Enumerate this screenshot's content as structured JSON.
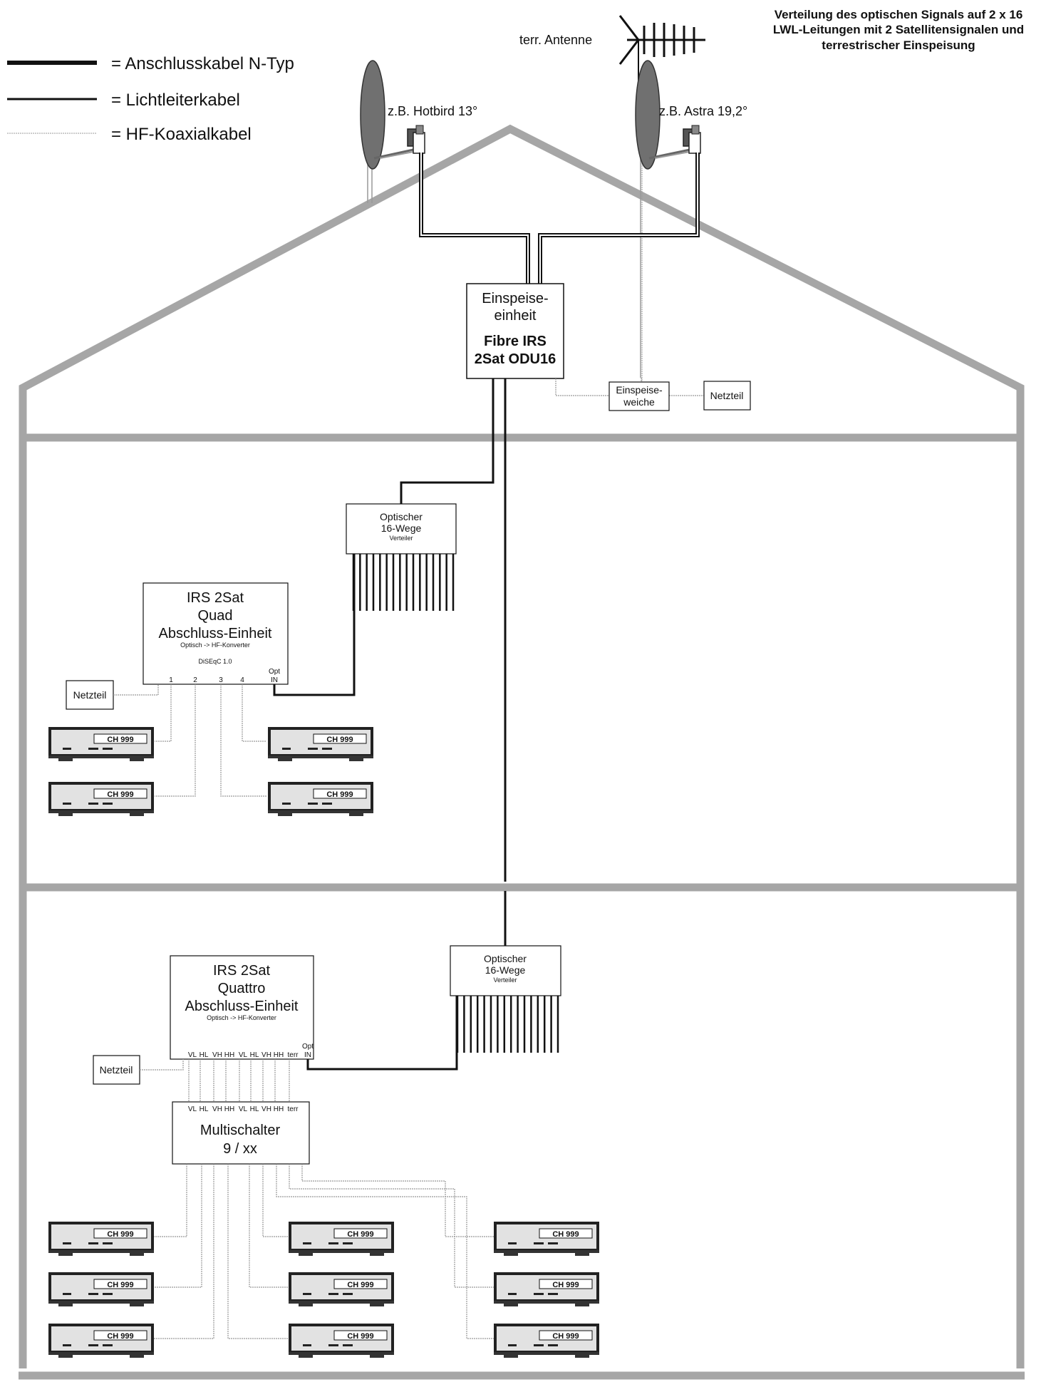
{
  "title": {
    "lines": [
      "Verteilung des optischen Signals auf 2 x 16",
      "LWL-Leitungen mit 2 Satellitensignalen und",
      "terrestrischer Einspeisung"
    ]
  },
  "legend": {
    "n_type": "= Anschlusskabel N-Typ",
    "fiber": "= Lichtleiterkabel",
    "coax": "= HF-Koaxialkabel"
  },
  "antennas": {
    "terrestrial": "terr. Antenne",
    "dish1": "z.B. Hotbird 13°",
    "dish2": "z.B. Astra 19,2°"
  },
  "feed_unit": {
    "line1": "Einspeise-",
    "line2": "einheit",
    "line3": "Fibre IRS",
    "line4": "2Sat ODU16"
  },
  "feed_switch": {
    "line1": "Einspeise-",
    "line2": "weiche"
  },
  "power_supply": "Netzteil",
  "splitter": {
    "line1": "Optischer",
    "line2": "16-Wege",
    "line3": "Verteiler"
  },
  "quad_unit": {
    "line1": "IRS 2Sat",
    "line2": "Quad",
    "line3": "Abschluss-Einheit",
    "line4": "Optisch -> HF-Konverter",
    "diseqc": "DiSEqC 1.0",
    "ports": [
      "1",
      "2",
      "3",
      "4"
    ],
    "opt_line1": "Opt",
    "opt_line2": "IN"
  },
  "quattro_unit": {
    "line1": "IRS 2Sat",
    "line2": "Quattro",
    "line3": "Abschluss-Einheit",
    "line4": "Optisch -> HF-Konverter",
    "ports": [
      "VL",
      "HL",
      "VH",
      "HH",
      "VL",
      "HL",
      "VH",
      "HH",
      "terr"
    ],
    "opt_line1": "Opt",
    "opt_line2": "IN"
  },
  "multiswitch": {
    "ports": [
      "VL",
      "HL",
      "VH",
      "HH",
      "VL",
      "HL",
      "VH",
      "HH",
      "terr"
    ],
    "line1": "Multischalter",
    "line2": "9 / xx"
  },
  "receiver_display": "CH 999",
  "colors": {
    "house_outline": "#a6a6a6",
    "cable": "#111111",
    "coax": "#999999",
    "dish": "#707070",
    "receiver_body": "#e2e2e2"
  }
}
